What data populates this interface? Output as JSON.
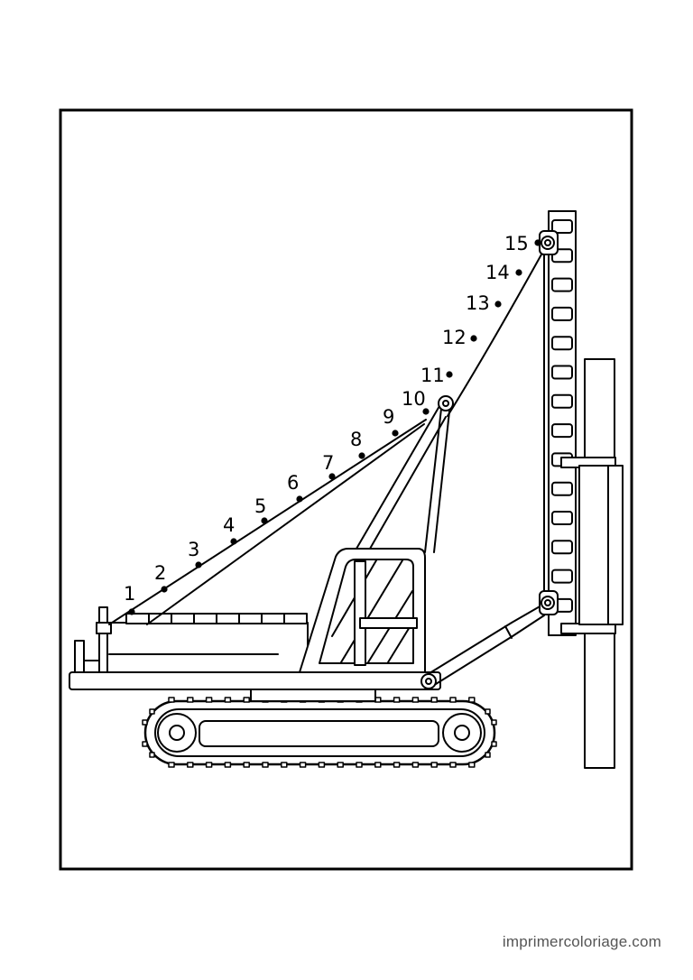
{
  "worksheet": {
    "dots": [
      {
        "label": "1"
      },
      {
        "label": "2"
      },
      {
        "label": "3"
      },
      {
        "label": "4"
      },
      {
        "label": "5"
      },
      {
        "label": "6"
      },
      {
        "label": "7"
      },
      {
        "label": "8"
      },
      {
        "label": "9"
      },
      {
        "label": "10"
      },
      {
        "label": "11"
      },
      {
        "label": "12"
      },
      {
        "label": "13"
      },
      {
        "label": "14"
      },
      {
        "label": "15"
      }
    ]
  },
  "footer": {
    "site": "imprimercoloriage.com"
  }
}
